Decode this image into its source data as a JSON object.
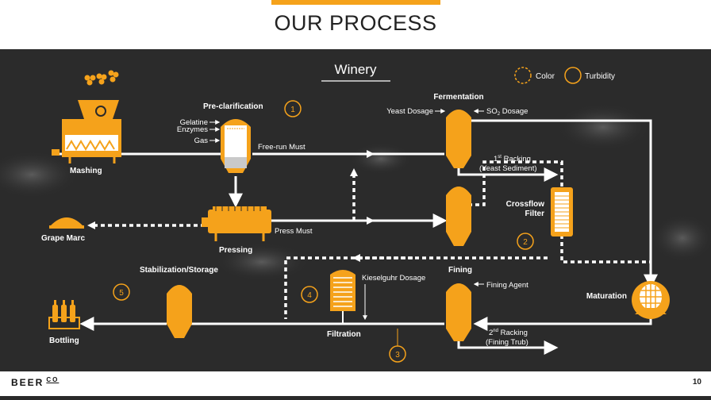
{
  "header": {
    "title": "OUR PROCESS"
  },
  "footer": {
    "brand": "BEER",
    "brand_suffix": "CO",
    "page_number": "10"
  },
  "diagram": {
    "section_title": "Winery",
    "legend": {
      "color": "Color",
      "turbidity": "Turbidity"
    },
    "labels": {
      "mashing": "Mashing",
      "pre_clarification": "Pre-clarification",
      "gelatine": "Gelatine",
      "enzymes": "Enzymes",
      "gas": "Gas",
      "free_run_must": "Free-run Must",
      "fermentation": "Fermentation",
      "yeast_dosage": "Yeast Dosage",
      "so2_dosage_prefix": "SO",
      "so2_dosage_sub": "2",
      "so2_dosage_suffix": " Dosage",
      "racking1_num": "1",
      "racking1_sup": "st",
      "racking1_rest": " Racking",
      "yeast_sediment": "(Yeast Sediment)",
      "crossflow": "Crossflow",
      "filter": "Filter",
      "grape_marc": "Grape Marc",
      "press_must": "Press Must",
      "pressing": "Pressing",
      "stabilization": "Stabilization/Storage",
      "kieselguhr": "Kieselguhr Dosage",
      "fining": "Fining",
      "fining_agent": "Fining Agent",
      "maturation": "Maturation",
      "bottling": "Bottling",
      "filtration": "Filtration",
      "racking2_num": "2",
      "racking2_sup": "nd",
      "racking2_rest": " Racking",
      "fining_trub": "(Fining Trub)"
    },
    "points": [
      "1",
      "2",
      "3",
      "4",
      "5"
    ]
  },
  "colors": {
    "accent": "#f5a21b",
    "panel": "#2a2a2a",
    "line": "#ffffff"
  }
}
